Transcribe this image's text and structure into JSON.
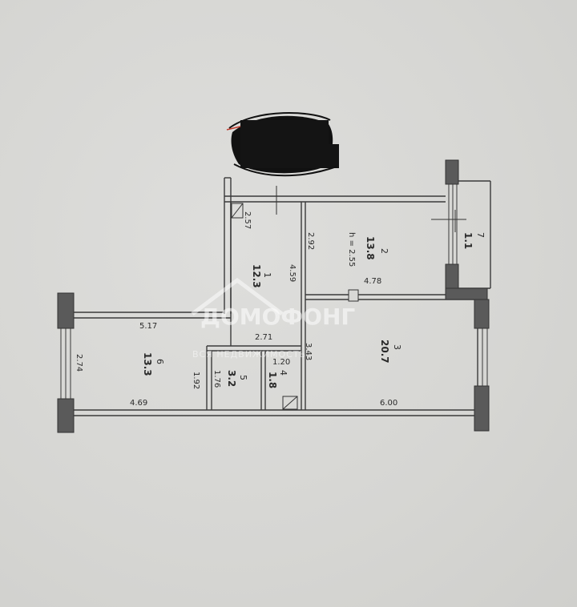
{
  "plan": {
    "ceiling_height": "h = 2.55",
    "rooms": [
      {
        "id": "1",
        "area": "12.3"
      },
      {
        "id": "2",
        "area": "13.8"
      },
      {
        "id": "3",
        "area": "20.7"
      },
      {
        "id": "4",
        "area": "1.8"
      },
      {
        "id": "5",
        "area": "3.2"
      },
      {
        "id": "6",
        "area": "13.3"
      },
      {
        "id": "7",
        "area": "1.1"
      }
    ],
    "dimensions": {
      "d_2_57": "2.57",
      "d_2_92": "2.92",
      "d_4_59": "4.59",
      "d_4_78": "4.78",
      "d_5_17": "5.17",
      "d_2_71": "2.71",
      "d_3_43": "3.43",
      "d_1_20": "1.20",
      "d_2_74": "2.74",
      "d_1_92": "1.92",
      "d_1_76": "1.76",
      "d_4_69": "4.69",
      "d_6_00": "6.00"
    }
  },
  "watermark": {
    "brand": "ДОМОФОНГ",
    "tagline": "ВСЯ НЕДВИЖИМОСТЬ"
  },
  "colors": {
    "wall": "#555555",
    "line": "#3a3a3a",
    "redaction": "#111111"
  }
}
